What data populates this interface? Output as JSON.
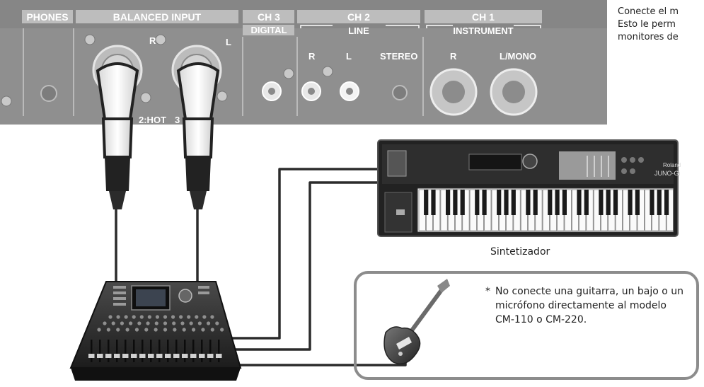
{
  "panel": {
    "phones": "PHONES",
    "balanced_input": "BALANCED INPUT",
    "ch3_title": "CH 3",
    "ch3_sub": "DIGITAL",
    "ch2_title": "CH 2",
    "ch2_sub": "LINE",
    "ch1_title": "CH 1",
    "ch1_sub": "INSTRUMENT",
    "bal_r": "R",
    "bal_l": "L",
    "ch2_r": "R",
    "ch2_l": "L",
    "ch2_stereo": "STEREO",
    "ch1_r": "R",
    "ch1_lmono": "L/MONO",
    "hot_label": "2:HOT",
    "hot_digit": "3"
  },
  "side_note": {
    "line1": "Conecte el m",
    "line2": "Esto le perm",
    "line3": "monitores de"
  },
  "synth": {
    "caption": "Sintetizador",
    "brand": "Roland",
    "model": "JUNO-Gi"
  },
  "note_box": {
    "star": "*",
    "text": "No conecte una guitarra, un bajo o un micrófono directamente al modelo CM-110 o CM-220."
  },
  "colors": {
    "panel_bg": "#8f8f8f",
    "panel_header": "#777777",
    "cable": "#2b2b2b",
    "note_border": "#8c8c8c"
  }
}
